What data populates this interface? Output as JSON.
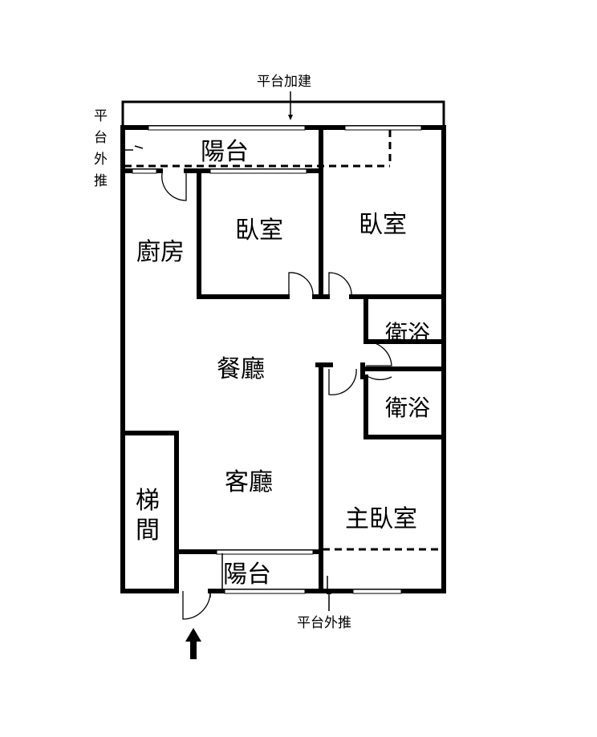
{
  "rooms": {
    "balcony_top": "陽台",
    "bedroom_1": "臥室",
    "bedroom_2": "臥室",
    "kitchen": "廚房",
    "bath_1": "衛浴",
    "bath_2": "衛浴",
    "dining": "餐廳",
    "living": "客廳",
    "stairwell_line1": "梯",
    "stairwell_line2": "間",
    "master_bedroom": "主臥室",
    "balcony_bottom": "陽台"
  },
  "annotations": {
    "platform_addition": "平台加建",
    "platform_push_left_1": "平",
    "platform_push_left_2": "台",
    "platform_push_left_3": "外",
    "platform_push_left_4": "推",
    "platform_push_bottom": "平台外推"
  },
  "icons": {
    "entrance": "up-arrow-icon"
  },
  "colors": {
    "line": "#000000",
    "background": "#ffffff"
  }
}
